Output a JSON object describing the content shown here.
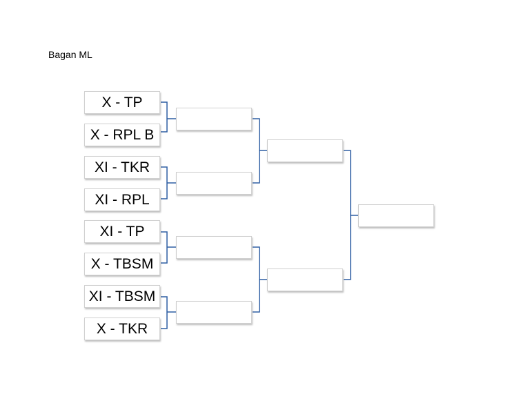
{
  "title": "Bagan ML",
  "round1": [
    "X - TP",
    "X - RPL B",
    "XI - TKR",
    "XI - RPL",
    "XI - TP",
    "X - TBSM",
    "XI - TBSM",
    "X - TKR"
  ],
  "round2": [
    "",
    "",
    "",
    ""
  ],
  "semifinal": [
    "",
    ""
  ],
  "final": [
    ""
  ],
  "colors": {
    "connector": "#2e5fa3",
    "box_border": "#d0d0d0"
  }
}
